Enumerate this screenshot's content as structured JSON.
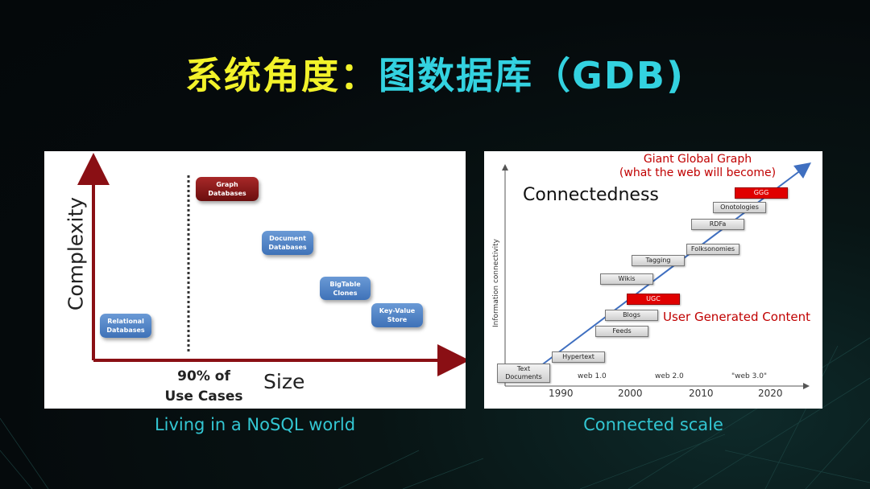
{
  "slide": {
    "title_part1": "系统角度：",
    "title_part2": "图数据库（GDB)"
  },
  "left_chart": {
    "y_label": "Complexity",
    "x_label": "Size",
    "divider_label": "90% of\nUse Cases",
    "caption": "Living in a NoSQL world",
    "boxes": [
      {
        "id": "relational",
        "label": "Relational\nDatabases",
        "style": "blue"
      },
      {
        "id": "graph",
        "label": "Graph\nDatabases",
        "style": "red"
      },
      {
        "id": "document",
        "label": "Document\nDatabases",
        "style": "blue"
      },
      {
        "id": "bigtable",
        "label": "BigTable\nClones",
        "style": "blue"
      },
      {
        "id": "keyvalue",
        "label": "Key-Value\nStore",
        "style": "blue"
      }
    ]
  },
  "right_chart": {
    "heading": "Connectedness",
    "y_label": "Information connectivity",
    "annotation_ggg": "Giant Global Graph\n(what the web will become)",
    "annotation_ugc": "User Generated Content",
    "caption": "Connected scale",
    "years": [
      "1990",
      "2000",
      "2010",
      "2020"
    ],
    "eras": [
      "web 1.0",
      "web 2.0",
      "\"web 3.0\""
    ],
    "steps": [
      {
        "label": "Text\nDocuments",
        "highlight": false
      },
      {
        "label": "Hypertext",
        "highlight": false
      },
      {
        "label": "Feeds",
        "highlight": false
      },
      {
        "label": "Blogs",
        "highlight": false
      },
      {
        "label": "UGC",
        "highlight": true
      },
      {
        "label": "Wikis",
        "highlight": false
      },
      {
        "label": "Tagging",
        "highlight": false
      },
      {
        "label": "Folksonomies",
        "highlight": false
      },
      {
        "label": "RDFa",
        "highlight": false
      },
      {
        "label": "Onotologies",
        "highlight": false
      },
      {
        "label": "GGG",
        "highlight": true
      }
    ],
    "colors": {
      "highlight": "#e00000",
      "arrow": "#3f6fc0",
      "annotation": "#c00000"
    }
  }
}
